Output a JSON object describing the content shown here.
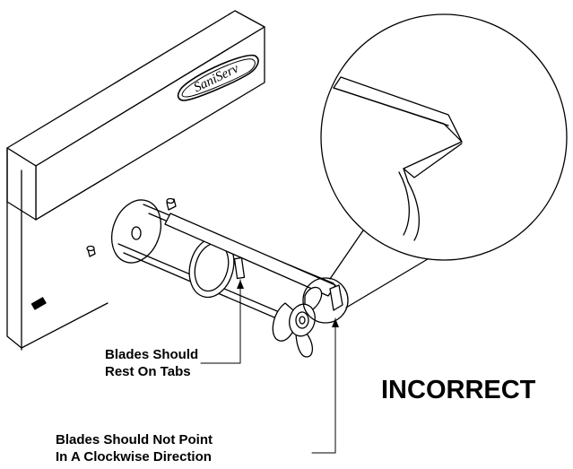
{
  "diagram": {
    "brand_logo": "SaniServ",
    "labels": {
      "blades_rest_line1": "Blades Should",
      "blades_rest_line2": "Rest On Tabs",
      "blades_clockwise_line1": "Blades Should Not Point",
      "blades_clockwise_line2": "In A Clockwise Direction",
      "status": "INCORRECT"
    }
  }
}
